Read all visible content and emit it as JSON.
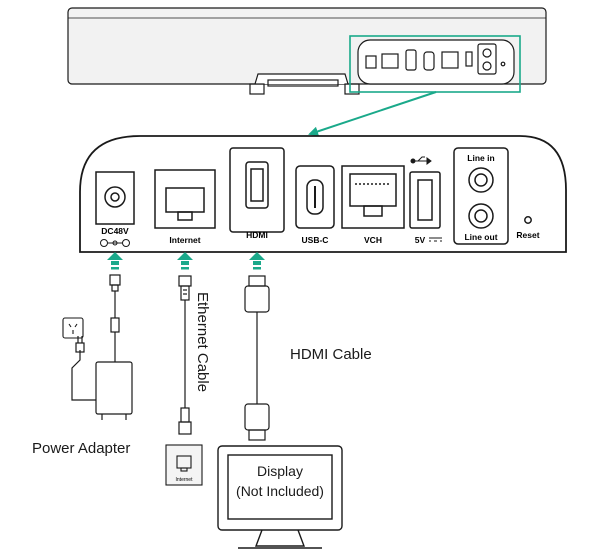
{
  "ports": {
    "dc": "DC48V",
    "internet": "Internet",
    "hdmi": "HDMI",
    "usbc": "USB-C",
    "vch": "VCH",
    "fivev": "5V",
    "line_in": "Line in",
    "line_out": "Line out",
    "reset": "Reset"
  },
  "labels": {
    "ethernet_cable": "Ethernet Cable",
    "hdmi_cable": "HDMI Cable",
    "power_adapter": "Power Adapter",
    "internet_outlet": "Internet",
    "display_line1": "Display",
    "display_line2": "(Not Included)"
  },
  "colors": {
    "arrow": "#1aa98a",
    "stroke": "#1a1a1a"
  }
}
